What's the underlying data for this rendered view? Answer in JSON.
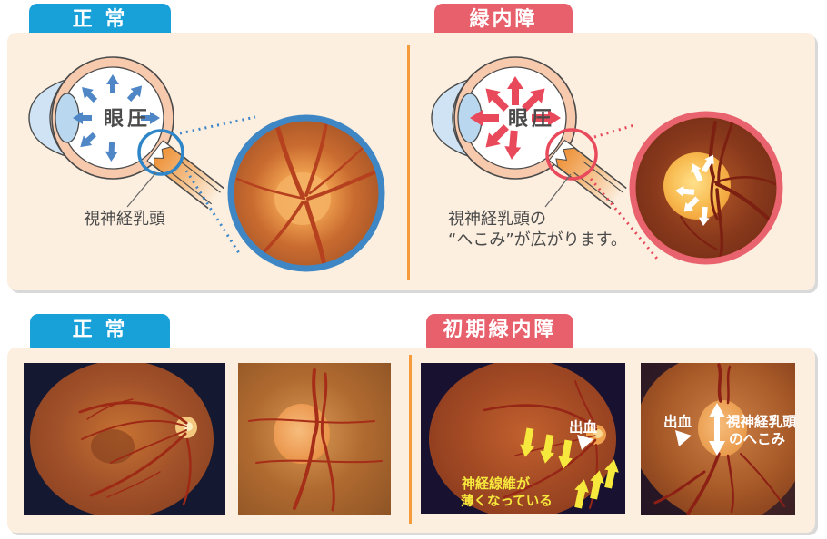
{
  "colors": {
    "normal_blue": "#18a1d9",
    "glaucoma_red": "#e8606b",
    "panel_bg": "#fcefdf",
    "divider_orange": "#f59b3c",
    "pressure_arrow_blue": "#4e86c6",
    "pressure_arrow_red": "#e84a5c",
    "fundus_ring_blue": "#3f86c4",
    "fundus_ring_red": "#e8636e",
    "annotation_yellow": "#f6e83c",
    "annotation_white": "#ffffff"
  },
  "top_section": {
    "normal": {
      "tab_label": "正 常",
      "pressure_label": "眼圧",
      "nerve_head_label": "視神経乳頭"
    },
    "glaucoma": {
      "tab_label": "緑内障",
      "pressure_label": "眼圧",
      "caption_line1": "視神経乳頭の",
      "caption_line2": "“へこみ”が広がります。"
    }
  },
  "bottom_section": {
    "normal": {
      "tab_label": "正 常"
    },
    "early_glaucoma": {
      "tab_label": "初期緑内障",
      "photo1": {
        "hemorrhage_label": "出血",
        "nerve_fiber_line1": "神経線維が",
        "nerve_fiber_line2": "薄くなっている"
      },
      "photo2": {
        "hemorrhage_label": "出血",
        "cupping_line1": "視神経乳頭",
        "cupping_line2": "のへこみ"
      }
    }
  }
}
